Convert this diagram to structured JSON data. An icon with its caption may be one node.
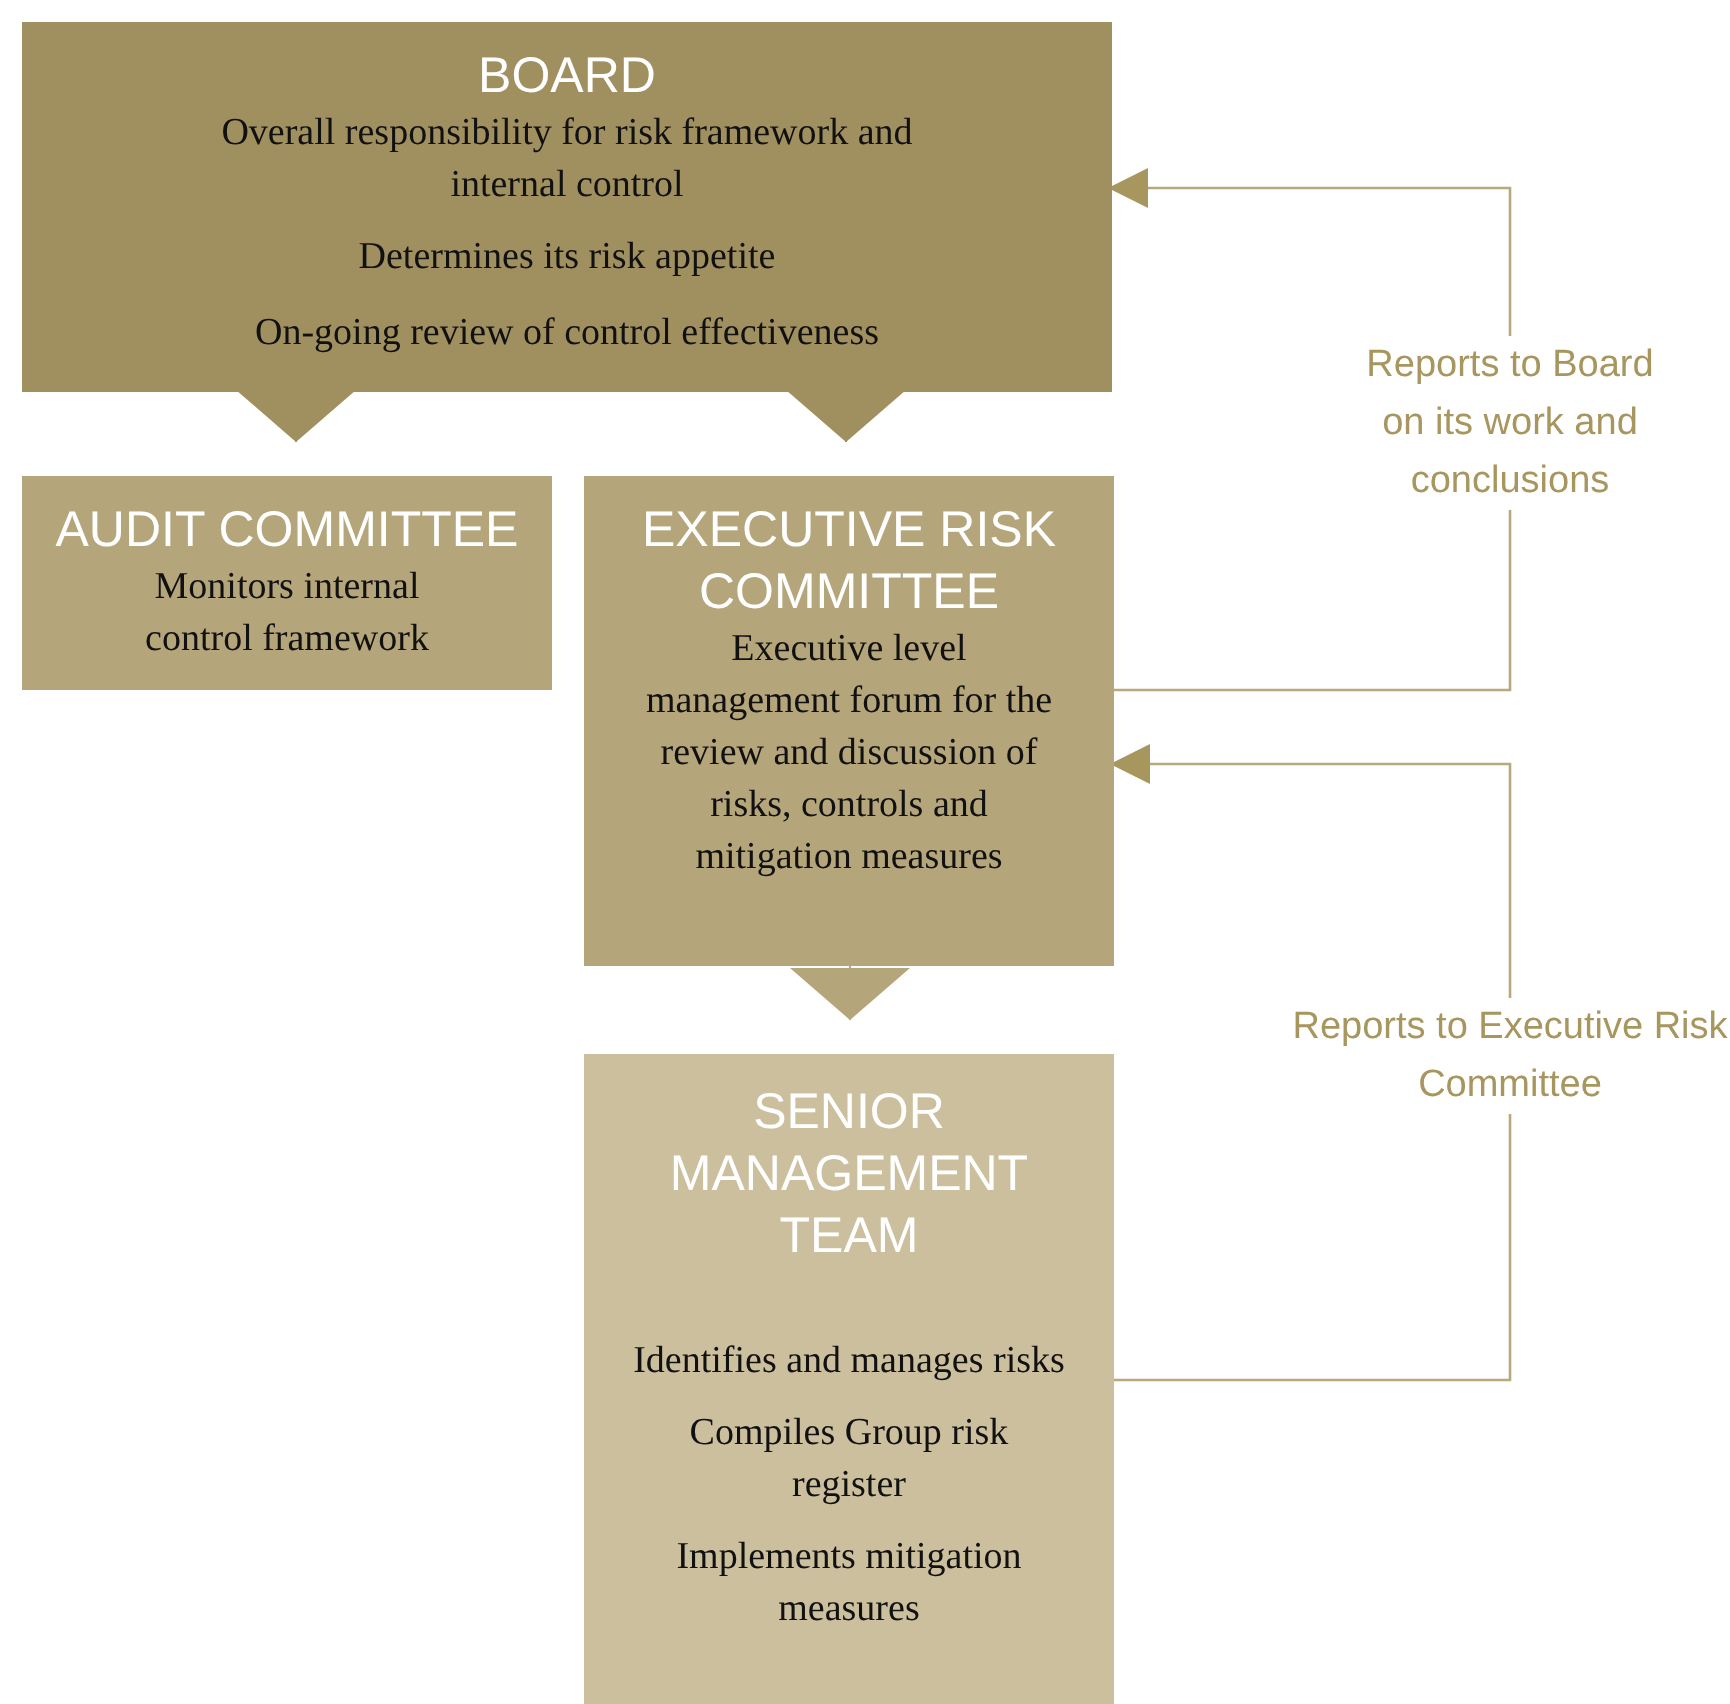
{
  "diagram": {
    "nodes": [
      {
        "text": [
          "BOARD",
          "Overall responsibility for risk framework and internal control",
          "Determines its risk appetite",
          "On-going review of control effectiveness"
        ]
      },
      {
        "text": [
          "AUDIT COMMITTEE",
          "Monitors internal control framework"
        ]
      },
      {
        "text": [
          "EXECUTIVE RISK COMMITTEE",
          "Executive level management forum for the review and discussion of risks, controls and mitigation measures"
        ]
      },
      {
        "text": [
          "SENIOR MANAGEMENT TEAM",
          "Identifies and manages risks",
          "Compiles Group risk register",
          "Implements mitigation measures"
        ]
      }
    ],
    "edges": [
      {
        "from": 0,
        "to": 1,
        "arrow": "to"
      },
      {
        "from": 0,
        "to": 2,
        "arrow": "to"
      },
      {
        "from": 2,
        "to": 3,
        "arrow": "to"
      },
      {
        "from": 2,
        "to": 0,
        "arrow": "to",
        "label": "Reports to Board on its work and conclusions"
      },
      {
        "from": 3,
        "to": 2,
        "arrow": "to",
        "label": "Reports to Executive Risk Committee"
      }
    ]
  }
}
